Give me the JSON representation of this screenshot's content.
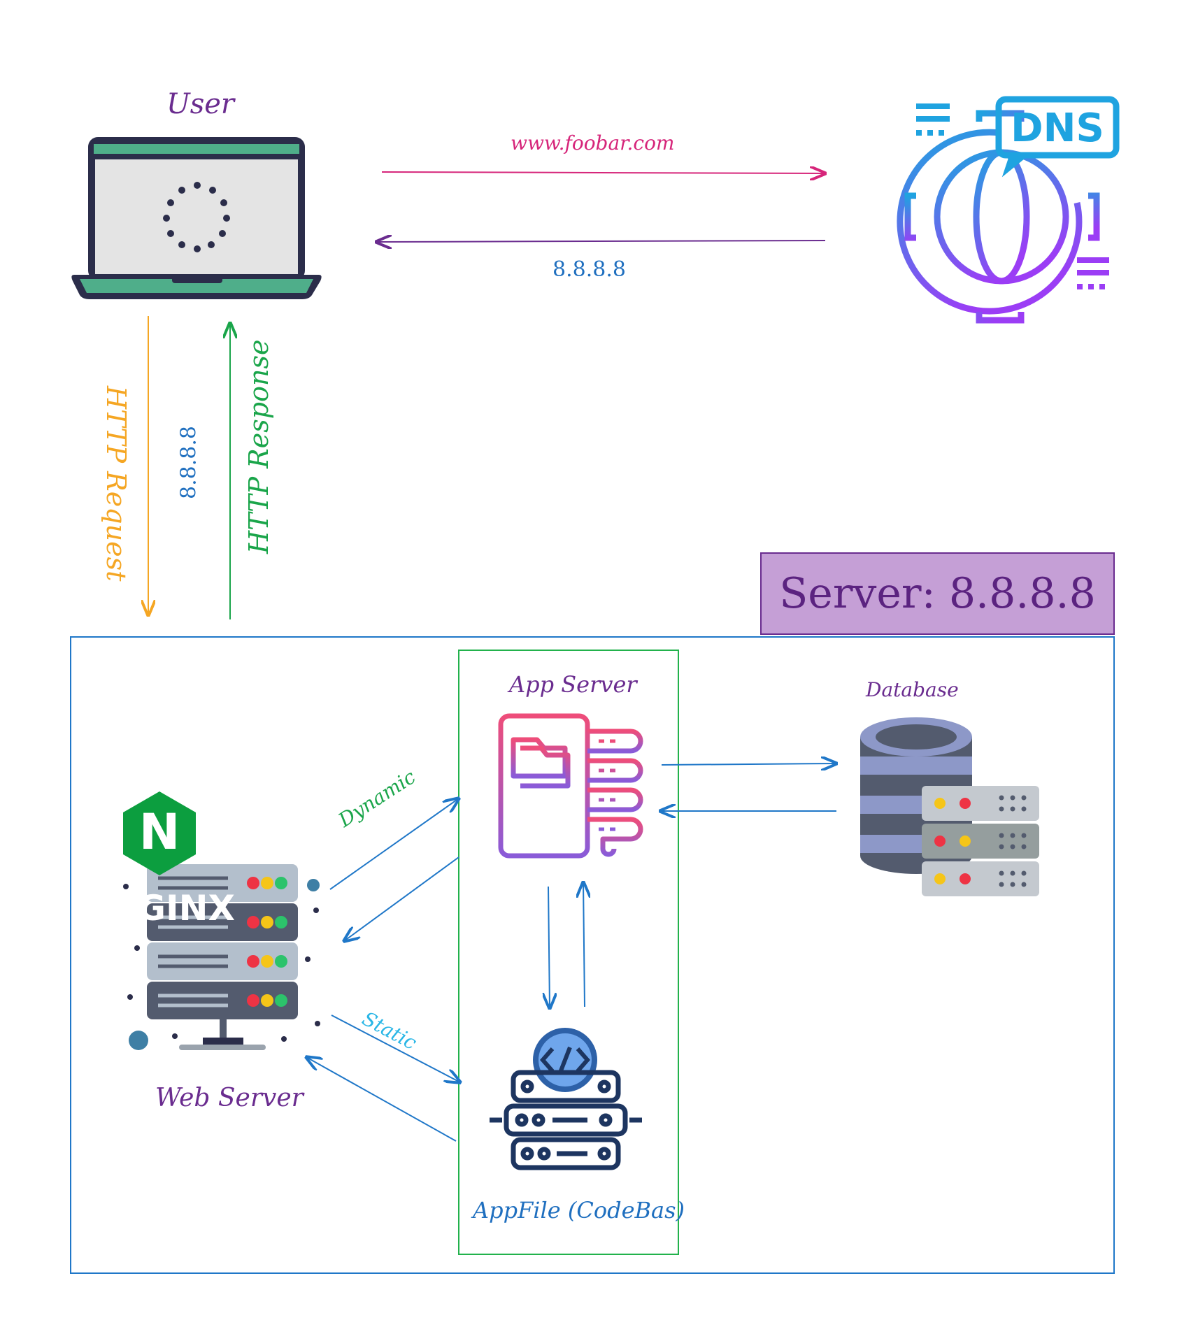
{
  "labels": {
    "user": "User",
    "dns_query": "www.foobar.com",
    "dns_reply": "8.8.8.8",
    "http_request": "HTTP Request",
    "ip_vertical": "8.8.8.8",
    "http_response": "HTTP Response",
    "server_title": "Server: 8.8.8.8",
    "app_server": "App Server",
    "database": "Database",
    "dynamic": "Dynamic",
    "static": "Static",
    "web_server": "Web Server",
    "appfile": "AppFile (CodeBas)",
    "dns_badge": "DNS",
    "nginx_letter": "N",
    "nginx_partial": "GINX"
  },
  "colors": {
    "dns_query_arrow": "#d6257a",
    "dns_reply_arrow": "#6a2c8f",
    "http_request": "#f5a623",
    "http_response": "#1aa54a",
    "ip_text": "#1f6fbf",
    "purple_text": "#6a2c8f",
    "server_bg": "#c59fd6",
    "server_border": "#6a2c8f",
    "outer_box": "#1f77c8",
    "app_box": "#22b24c",
    "flow_arrow": "#1f77c8",
    "static_text": "#29b6e6",
    "dynamic_text": "#1aa54a"
  }
}
